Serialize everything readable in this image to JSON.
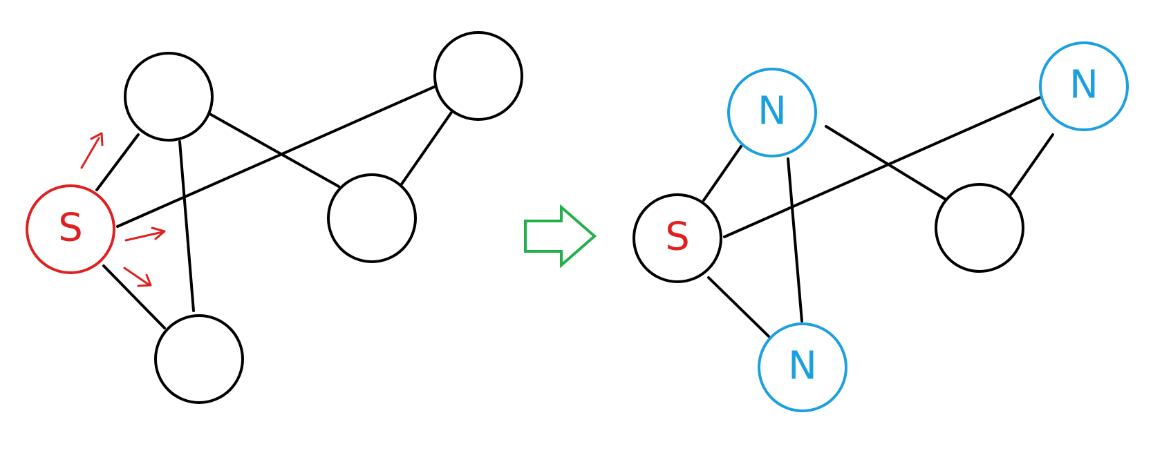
{
  "colors": {
    "line": "#000000",
    "start": "#e02020",
    "neighbor": "#1aa0e0",
    "transition_arrow": "#22b04a"
  },
  "left_graph": {
    "nodes": [
      {
        "id": "s",
        "label": "S",
        "color": "#e02020"
      },
      {
        "id": "a",
        "label": "",
        "color": "#000000"
      },
      {
        "id": "b",
        "label": "",
        "color": "#000000"
      },
      {
        "id": "c",
        "label": "",
        "color": "#000000"
      },
      {
        "id": "d",
        "label": "",
        "color": "#000000"
      }
    ],
    "edges": [
      [
        "s",
        "a"
      ],
      [
        "s",
        "b"
      ],
      [
        "s",
        "d"
      ],
      [
        "a",
        "c"
      ],
      [
        "a",
        "d"
      ],
      [
        "b",
        "c"
      ]
    ],
    "direction_arrows_from": "s",
    "direction_arrows_color": "#e02020"
  },
  "transition_icon": "right-arrow-icon",
  "right_graph": {
    "nodes": [
      {
        "id": "s",
        "label": "S",
        "color": "#000000",
        "label_color": "#e02020"
      },
      {
        "id": "a",
        "label": "N",
        "color": "#1aa0e0"
      },
      {
        "id": "b",
        "label": "N",
        "color": "#1aa0e0"
      },
      {
        "id": "c",
        "label": "",
        "color": "#000000"
      },
      {
        "id": "d",
        "label": "N",
        "color": "#1aa0e0"
      }
    ],
    "edges": [
      [
        "s",
        "a"
      ],
      [
        "s",
        "b"
      ],
      [
        "s",
        "d"
      ],
      [
        "a",
        "c"
      ],
      [
        "a",
        "d"
      ],
      [
        "b",
        "c"
      ]
    ]
  }
}
